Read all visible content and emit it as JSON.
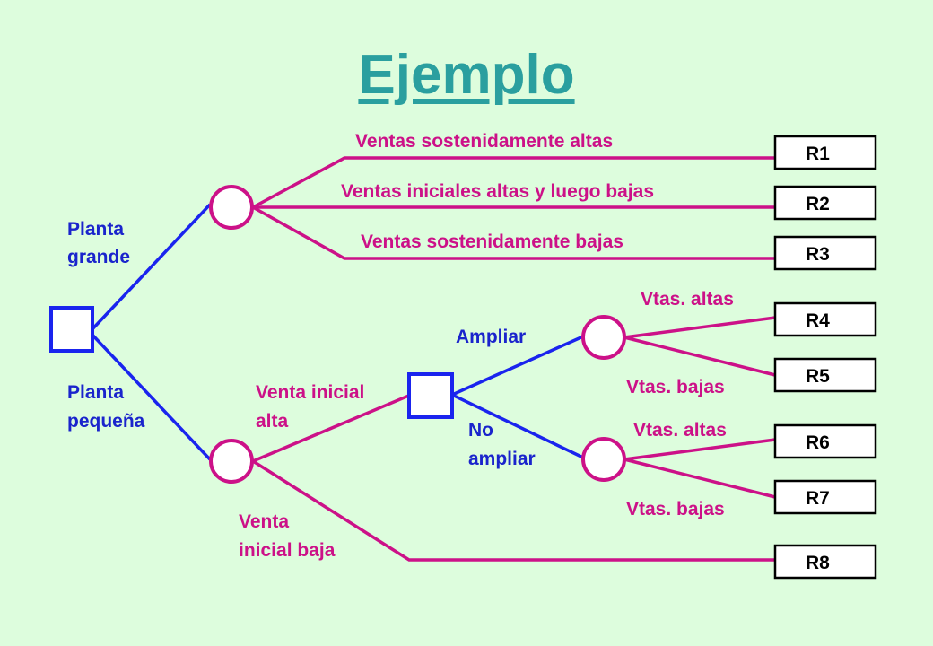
{
  "title": "Ejemplo",
  "colors": {
    "background": "#ddfddd",
    "title": "#2a9f9f",
    "chance_branch": "#cc1188",
    "decision_branch": "#1a24ee",
    "result_box": "#ffffff"
  },
  "decisions": {
    "planta_grande_line1": "Planta",
    "planta_grande_line2": "grande",
    "planta_pequena_line1": "Planta",
    "planta_pequena_line2": "pequeña",
    "ampliar": "Ampliar",
    "no_ampliar_line1": "No",
    "no_ampliar_line2": "ampliar"
  },
  "outcomes": {
    "sostenidamente_altas": "Ventas sostenidamente altas",
    "iniciales_altas_luego_bajas": "Ventas iniciales altas y luego bajas",
    "sostenidamente_bajas": "Ventas sostenidamente bajas",
    "venta_inicial_alta_line1": "Venta inicial",
    "venta_inicial_alta_line2": "alta",
    "venta_inicial_baja_line1": "Venta",
    "venta_inicial_baja_line2": "inicial baja",
    "vtas_altas_1": "Vtas. altas",
    "vtas_bajas_1": "Vtas. bajas",
    "vtas_altas_2": "Vtas. altas",
    "vtas_bajas_2": "Vtas. bajas"
  },
  "results": [
    "R1",
    "R2",
    "R3",
    "R4",
    "R5",
    "R6",
    "R7",
    "R8"
  ]
}
